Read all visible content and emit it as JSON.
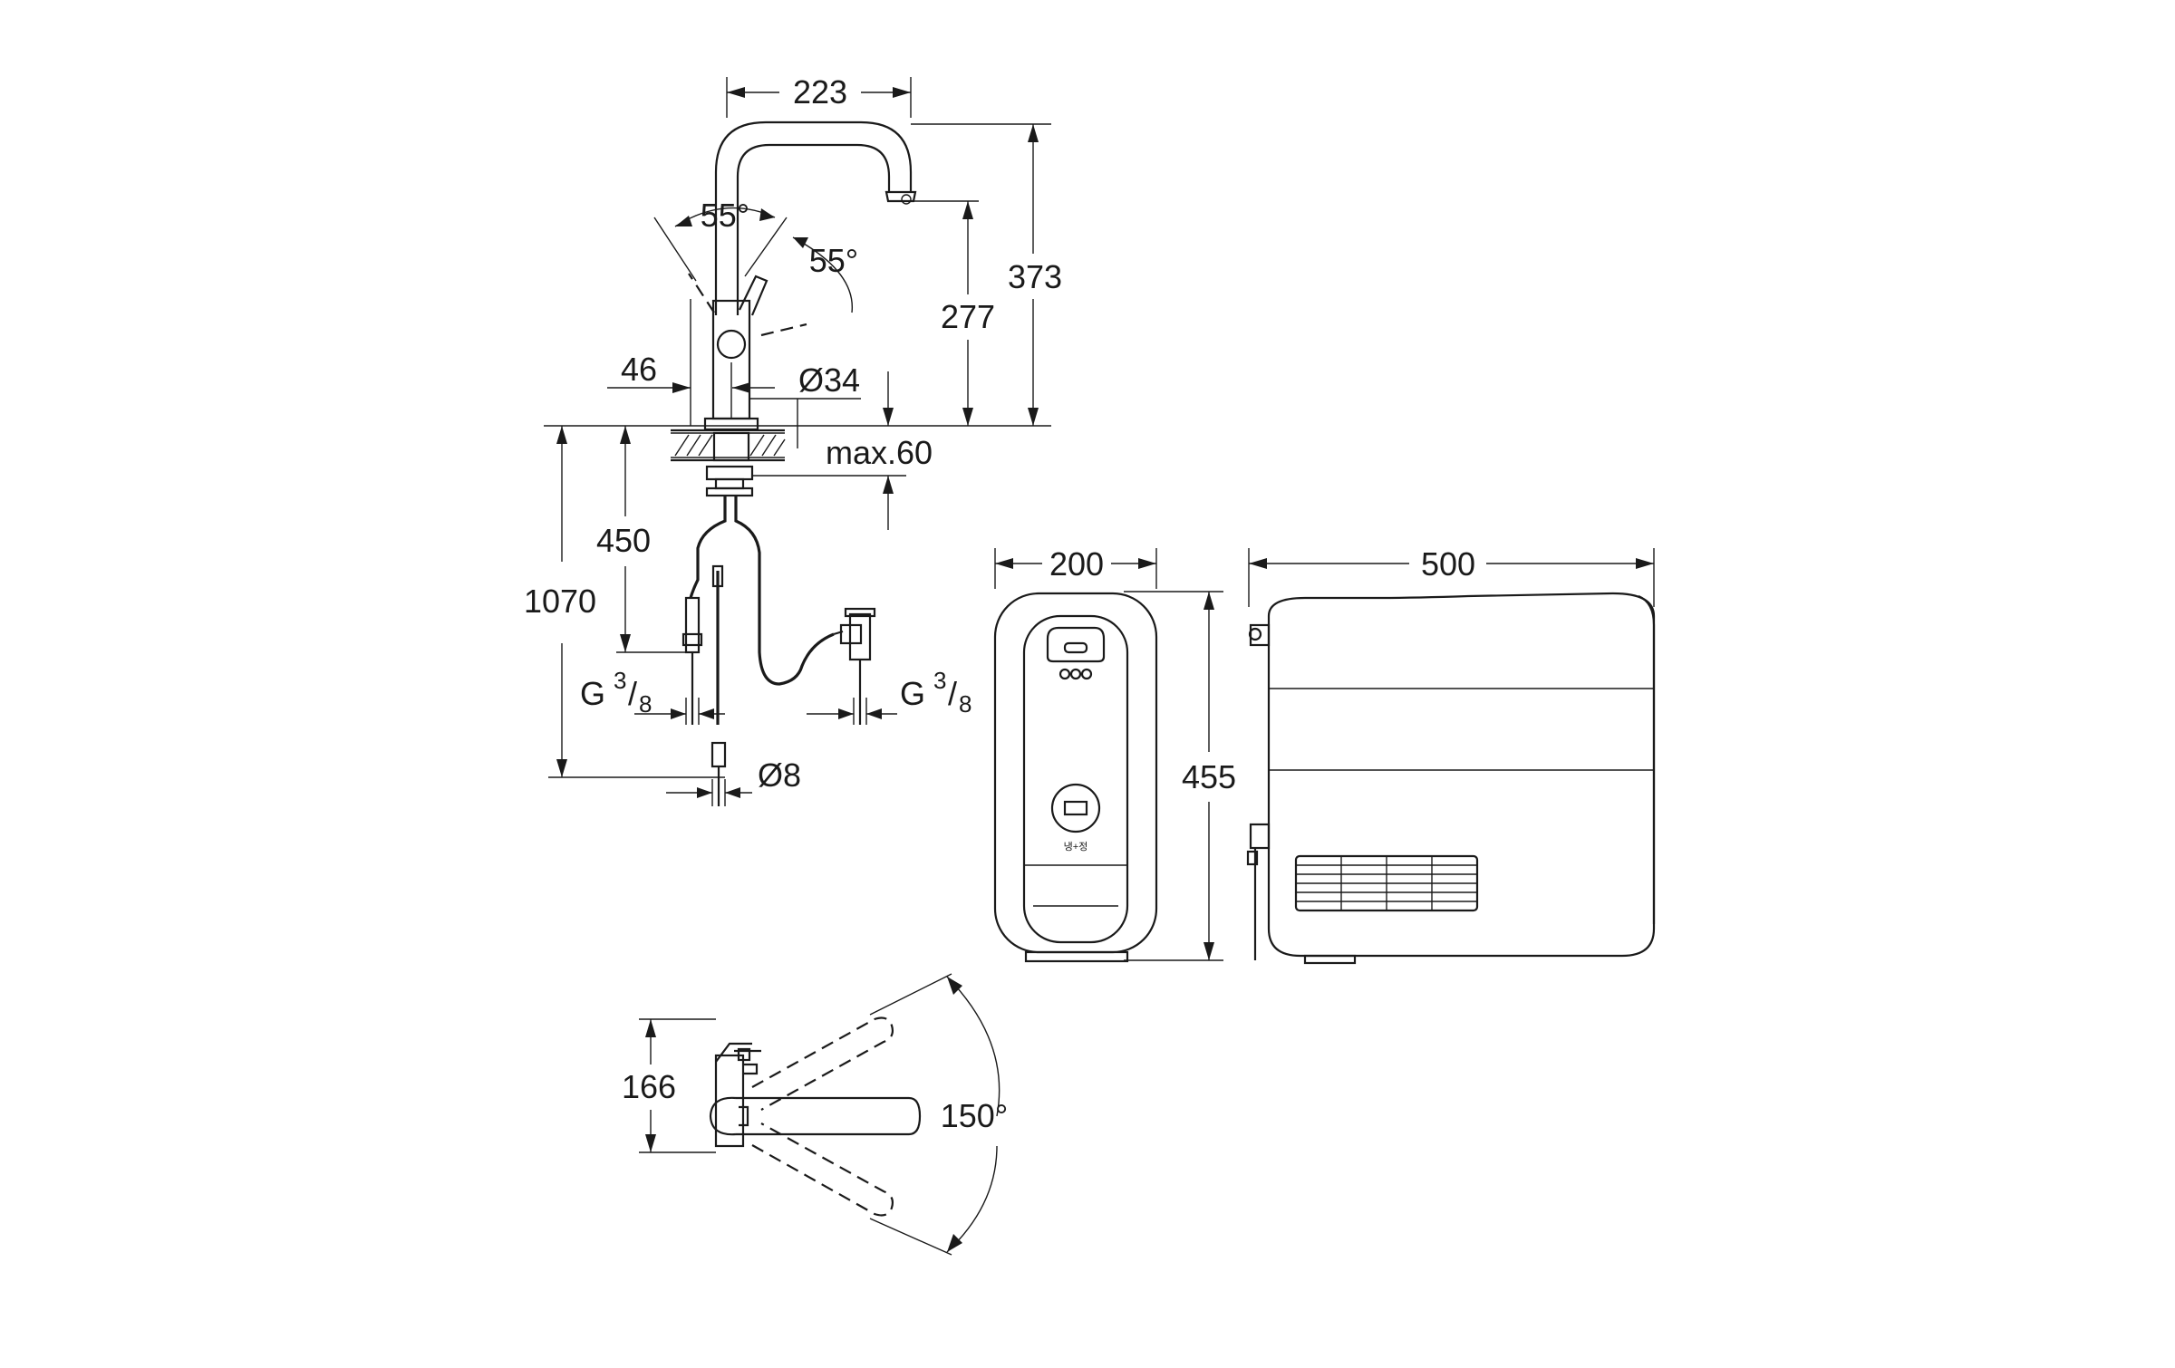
{
  "dimensions": {
    "spout_reach": "223",
    "total_height": "373",
    "spout_height": "277",
    "lever_angle_left": "55°",
    "lever_angle_right": "55°",
    "lever_offset": "46",
    "body_diameter": "Ø34",
    "deck_thickness": "max.60",
    "hose_depth": "450",
    "overall_depth": "1070",
    "hose_diameter": "Ø8",
    "unit_width": "200",
    "unit_depth": "500",
    "unit_height": "455",
    "plan_depth": "166",
    "swivel_angle": "150°"
  },
  "threads": {
    "left": {
      "base": "G",
      "numerator": "3",
      "denominator": "8"
    },
    "right": {
      "base": "G",
      "numerator": "3",
      "denominator": "8"
    }
  },
  "unit_labels": {
    "bottom_label": "냉+정"
  }
}
